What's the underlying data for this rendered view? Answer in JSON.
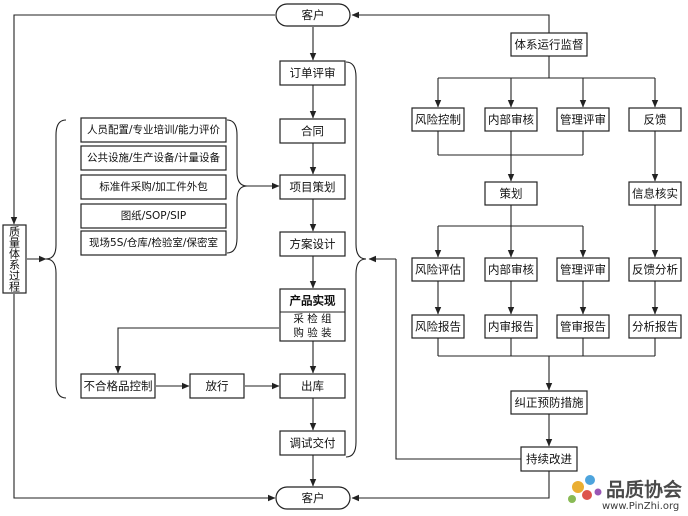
{
  "nodes": {
    "customer_top": "客户",
    "customer_bottom": "客户",
    "order_review": "订单评审",
    "contract": "合同",
    "project_plan": "项目策划",
    "scheme_design": "方案设计",
    "product_realization": "产品实现",
    "product_sub_row1": "采  检  组",
    "product_sub_row2": "购  验  装",
    "nonconforming": "不合格品控制",
    "release": "放行",
    "warehouse_out": "出库",
    "debug_delivery": "调试交付",
    "quality_system": [
      "质",
      "量",
      "体",
      "系",
      "过",
      "程"
    ],
    "resources": [
      "人员配置/专业培训/能力评价",
      "公共设施/生产设备/计量设备",
      "标准件采购/加工件外包",
      "图纸/SOP/SIP",
      "现场5S/仓库/检验室/保密室"
    ],
    "system_supervision": "体系运行监督",
    "risk_control": "风险控制",
    "internal_audit": "内部审核",
    "management_review": "管理评审",
    "feedback": "反馈",
    "planning": "策划",
    "info_verify": "信息核实",
    "risk_assess": "风险评估",
    "internal_audit2": "内部审核",
    "management_review2": "管理评审",
    "feedback_analysis": "反馈分析",
    "risk_report": "风险报告",
    "internal_report": "内审报告",
    "management_report": "管审报告",
    "analysis_report": "分析报告",
    "corrective_preventive": "纠正预防措施",
    "continuous_improve": "持续改进"
  },
  "watermark": {
    "title": "品质协会",
    "url": "www.PinZhi.org",
    "colors": [
      "#e8a51c",
      "#3a9ad9",
      "#d9413a",
      "#7cb342",
      "#8e44ad"
    ]
  }
}
